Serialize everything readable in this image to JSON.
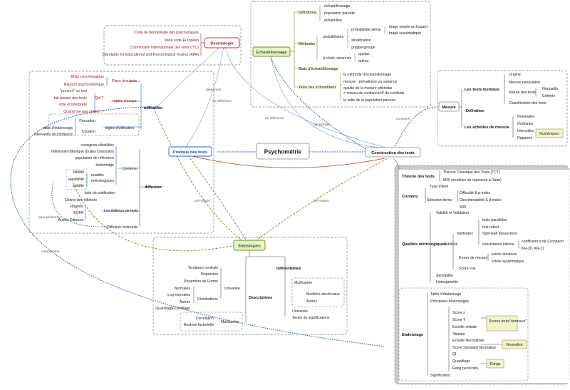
{
  "title": "Psychométrie",
  "hubs": {
    "pratique": "Pratique des tests",
    "construction": "Construction des tests",
    "deontologie": "Déontologie",
    "echantillonnage": "Echantillonnage",
    "mesure": "Mesure",
    "statistiques": "Statistiques"
  },
  "edge_labels": {
    "determine": "détermine",
    "en_reference_1": "en référence",
    "en_reference_2": "en référence",
    "necessaire": "nécessaire",
    "concerne": "concerne",
    "pre_requis_1": "pré-requis",
    "pre_requis_2": "pré-requis",
    "comprendre": "comprendre",
    "pour_presenter": "pour présenter"
  },
  "deontologie_items": [
    "Code de déontologie des psychologues",
    "Meta code Européen",
    "Commission Internationale des tests (ITC)",
    "Standards for Educational and Psychological Testing (APA)"
  ],
  "pratique": {
    "utilisation": "utilisation",
    "place_des_tests": "Place des tests",
    "place_items": [
      "Bilan psychologique",
      "Rapport psychométrique"
    ],
    "regles_usage": "règles d'usage",
    "prescrit": "\"prescrit\" un test",
    "qui": "Qui ?",
    "qui_items": [
      "fait passer des tests",
      "coté et interprète"
    ],
    "quand": "Quand (ne pas utiliser) ?",
    "regles_utilisation": "règles d'utilisation",
    "passation": "Passation",
    "cotation": "Cotation",
    "cotation_items": [
      "table d'étalonnage",
      "intervalles de confiance"
    ],
    "diffusion": "diffusion",
    "contenu": "Contenu",
    "contenu_items": [
      "consignes détaillées",
      "référentiel théorique (bulles construits)",
      "population de référence",
      "étalonnage"
    ],
    "qualites": "qualités métrologiques",
    "qualites_items": [
      "fidélité",
      "sensibilité",
      "validité"
    ],
    "date_publication": "date de publication",
    "charte_editeurs": "Charte des éditeurs",
    "editeurs": "Les éditeurs de tests",
    "editeurs_items": [
      "Hogrefe",
      "ECPA",
      "Autres Editeurs"
    ],
    "diffusion_restreinte": "Diffusion restreinte"
  },
  "echantillonnage": {
    "definitions": "Définitions",
    "definitions_items": [
      "échantillonnage",
      "population parente",
      "échantillon"
    ],
    "methodes": "Méthodes",
    "probabilistes": "probabilistes",
    "proba_stricte": "probabiliste stricte",
    "proba_stricte_items": [
      "tirage simple au hasard",
      "tirage systématique"
    ],
    "stratification": "stratification",
    "grappe": "grappe/groupe",
    "choix_raisonnes": "à choix raisonnés",
    "choix_items": [
      "quotas",
      "autres"
    ],
    "biais": "Biais d'échantillonnage",
    "taille": "Taille des échantillons",
    "taille_items": [
      "la méthode d'échantillonnage",
      "mesure : prévalence ou variance",
      "qualité de la mesure attendue",
      "= niveau de confiance/d° de certitude",
      "la taille de la population parente"
    ]
  },
  "mesure": {
    "tests_mentaux": "Les tests mentaux",
    "tests_items": [
      "Origine",
      "Mesure particulière",
      "Nature des tests",
      "Classification des tests"
    ],
    "nature_items": [
      "Normatifs",
      "Critérés"
    ],
    "definition": "Définition",
    "echelles": "Les échelles de mesure",
    "echelles_items": [
      "Nominales",
      "Ordinales",
      "Intervalles",
      "Rapports"
    ],
    "numeriques": "Numériques"
  },
  "construction": {
    "theorie": "Théorie des tests",
    "theorie_items": [
      "Théorie Classique des Tests (TCT)",
      "MRI (modèles de réponses à l'item)"
    ],
    "contenu": "Contenu",
    "type_item": "Type d'item",
    "selection": "Sélection items",
    "selection_items": [
      "Difficulté & p-index",
      "Discriminabilité & d-index",
      "MRI"
    ],
    "qualites": "Qualités métrologiques",
    "validite": "Validité et Validation",
    "fidelites": "Fidélités",
    "methodes": "méthodes",
    "methodes_items": [
      "tests parallèles",
      "test-retest",
      "Split-Half (bissection)",
      "consistance interne"
    ],
    "alpha": "coefficient α de Cronbach",
    "kr": "KR-20, KR-21",
    "erreur": "Erreur de mesure",
    "erreur_items": [
      "erreur aléatoire",
      "erreur systématique"
    ],
    "score_vrai": "Score vrai",
    "sensibilite": "Sensibilité",
    "homogeneite": "Homogénéité",
    "etalonnage": "Etalonnage",
    "table_etalonnage": "Table d'étalonnage",
    "principaux": "Principaux étalonnages",
    "scores_items": [
      "Score z",
      "Score T",
      "Echelle réduite",
      "Stanine",
      "Echelle Normalisée",
      "Score Standard Normalisé",
      "QI",
      "Quantilage",
      "Rang percentile"
    ],
    "scores_bruts": "Scores bruts\"normaux\"",
    "normalise": "Normalisé",
    "rangs": "Rangs",
    "signification": "Signification"
  },
  "statistiques": {
    "descriptives": "Descriptives",
    "univariee": "Univariée",
    "univariee_items": [
      "Tendance centrale",
      "Dispersion",
      "Paramètre de Forme"
    ],
    "distributions": "Distributions",
    "distributions_items": [
      "Normales",
      "Log-normales",
      "Autres"
    ],
    "quantilage": "Quantilage-Centilage",
    "multivariee": "Multivariée",
    "multivariee_items": [
      "Corrélation",
      "Analyse factorielle"
    ],
    "inferentielles": "Inférentielles",
    "inf_multivariee": "Multivariée",
    "modeles": "Modèles structuraux",
    "autres": "Autres",
    "inf_univariee": "Univariée",
    "seuils": "Seuils de significations"
  }
}
